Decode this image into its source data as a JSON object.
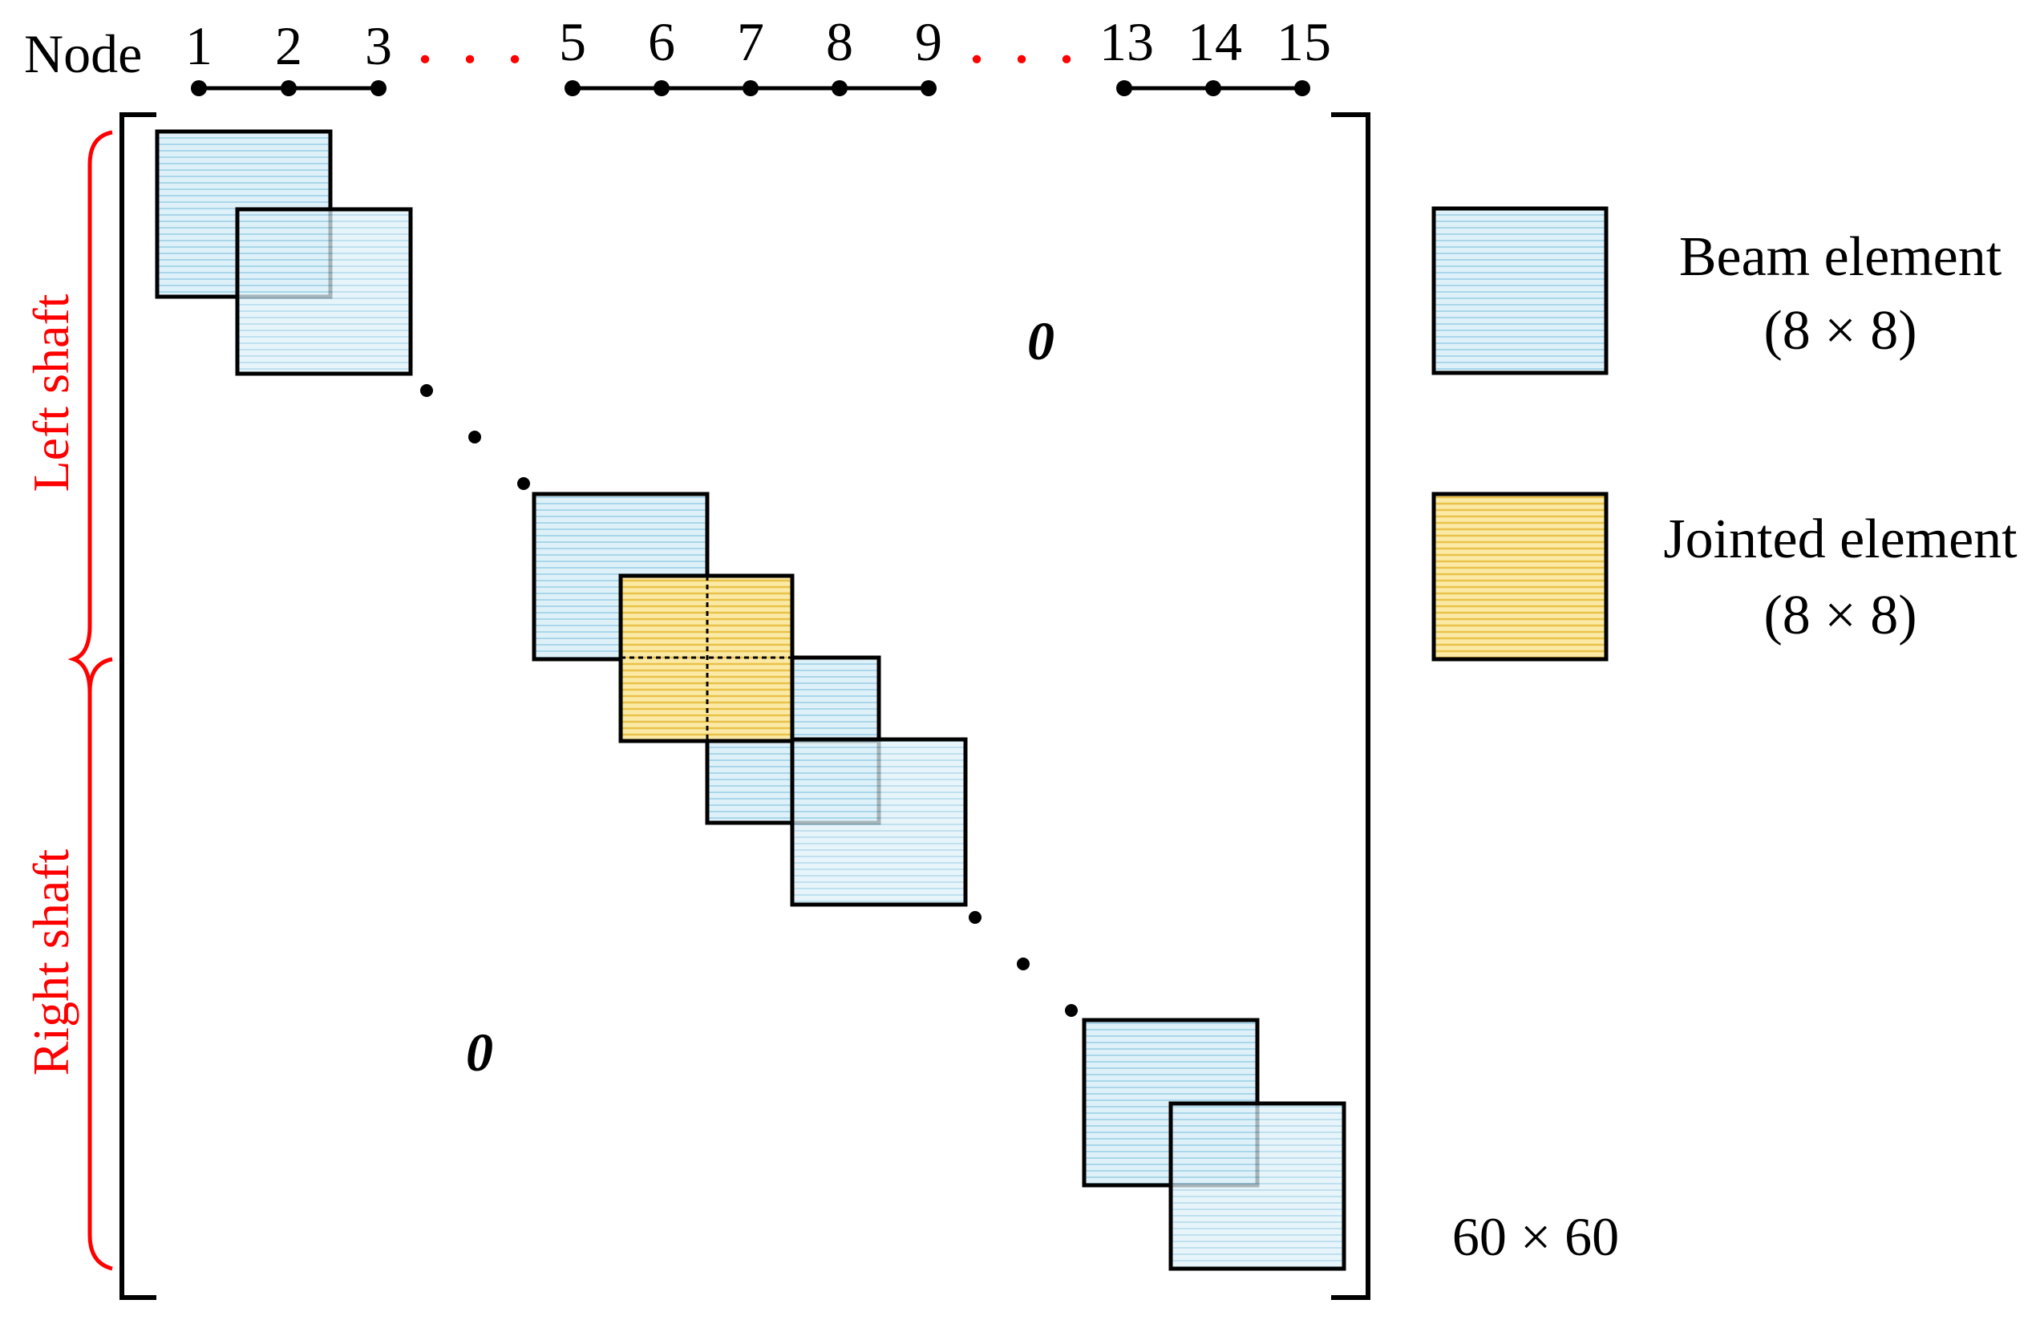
{
  "node_header": {
    "label": "Node",
    "nodes": [
      "1",
      "2",
      "3",
      "5",
      "6",
      "7",
      "8",
      "9",
      "13",
      "14",
      "15"
    ],
    "ellipsis": ". . ."
  },
  "shaft_labels": {
    "left": "Left shaft",
    "right": "Right shaft",
    "color": "#ff0000"
  },
  "matrix": {
    "zero_symbol": "0",
    "size_label": "60 × 60"
  },
  "legend": {
    "beam": {
      "title": "Beam element",
      "size": "(8 × 8)",
      "fill": "#dff1f8",
      "stripe": "#a9d6ea"
    },
    "jointed": {
      "title": "Jointed element",
      "size": "(8 × 8)",
      "fill": "#fbe9a6",
      "stripe": "#e9c24a"
    }
  },
  "colors": {
    "line": "#000000",
    "ellipsis": "#ff0000"
  }
}
